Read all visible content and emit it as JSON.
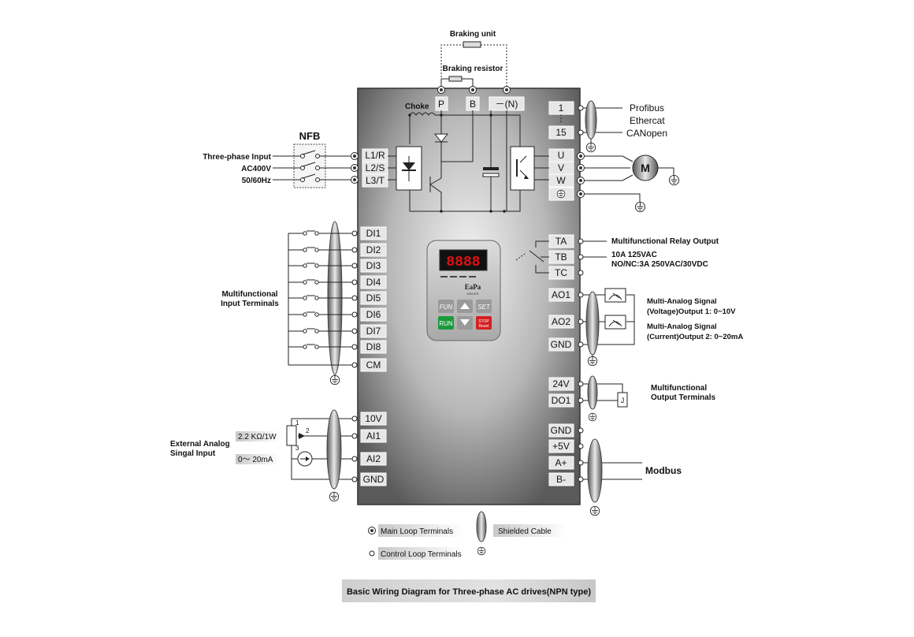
{
  "braking": {
    "unit_label": "Braking unit",
    "resistor_label": "Braking resistor"
  },
  "main_terminals_top": [
    "P",
    "B",
    "－(N)"
  ],
  "choke_label": "Choke",
  "nfb_label": "NFB",
  "power_input": {
    "line1": "Three-phase Input",
    "line2": "AC400V",
    "line3": "50/60Hz",
    "terminals": [
      "L1/R",
      "L2/S",
      "L3/T"
    ]
  },
  "comm_option": {
    "terminals": [
      "1",
      "15"
    ],
    "labels": [
      "Profibus",
      "Ethercat",
      "CANopen"
    ]
  },
  "motor_terminals": [
    "U",
    "V",
    "W"
  ],
  "motor_label": "M",
  "di_terminals": [
    "DI1",
    "DI2",
    "DI3",
    "DI4",
    "DI5",
    "DI6",
    "DI7",
    "DI8",
    "CM"
  ],
  "di_group_label": [
    "Multifunctional",
    "Input Terminals"
  ],
  "relay": {
    "terminals": [
      "TA",
      "TB",
      "TC"
    ],
    "title": "Multifunctional Relay Output",
    "spec1": "10A 125VAC",
    "spec2": "NO/NC:3A 250VAC/30VDC"
  },
  "analog_out": {
    "terminals": [
      "AO1",
      "AO2",
      "GND"
    ],
    "label1": [
      "Multi-Analog Signal",
      "(Voltage)Output 1: 0~10V"
    ],
    "label2": [
      "Multi-Analog Signal",
      "(Current)Output 2: 0~20mA"
    ]
  },
  "digital_out": {
    "terminals": [
      "24V",
      "DO1"
    ],
    "label": [
      "Multifunctional",
      "Output Terminals"
    ],
    "relay_symbol": "J"
  },
  "analog_in": {
    "terminals": [
      "10V",
      "AI1",
      "AI2",
      "GND"
    ],
    "resistor_label": "2.2 KΩ/1W",
    "current_label": "0～ 20mA",
    "pot_pins": [
      "1",
      "2",
      "3"
    ],
    "label": [
      "External Analog",
      "Singal Input"
    ]
  },
  "modbus": {
    "terminals": [
      "GND",
      "+5V",
      "A+",
      "B-"
    ],
    "label": "Modbus"
  },
  "keypad": {
    "display": "8888",
    "logo": "EaPa",
    "logo_sub": "DRIVES",
    "btn_fun": "FUN",
    "btn_set": "SET",
    "btn_run": "RUN",
    "btn_stop_line1": "STOP",
    "btn_stop_line2": "Reset"
  },
  "legend": {
    "main_loop": "Main Loop Terminals",
    "control_loop": "Control Loop Terminals",
    "shielded": "Shielded Cable"
  },
  "caption": "Basic Wiring Diagram for Three-phase AC drives(NPN type)"
}
